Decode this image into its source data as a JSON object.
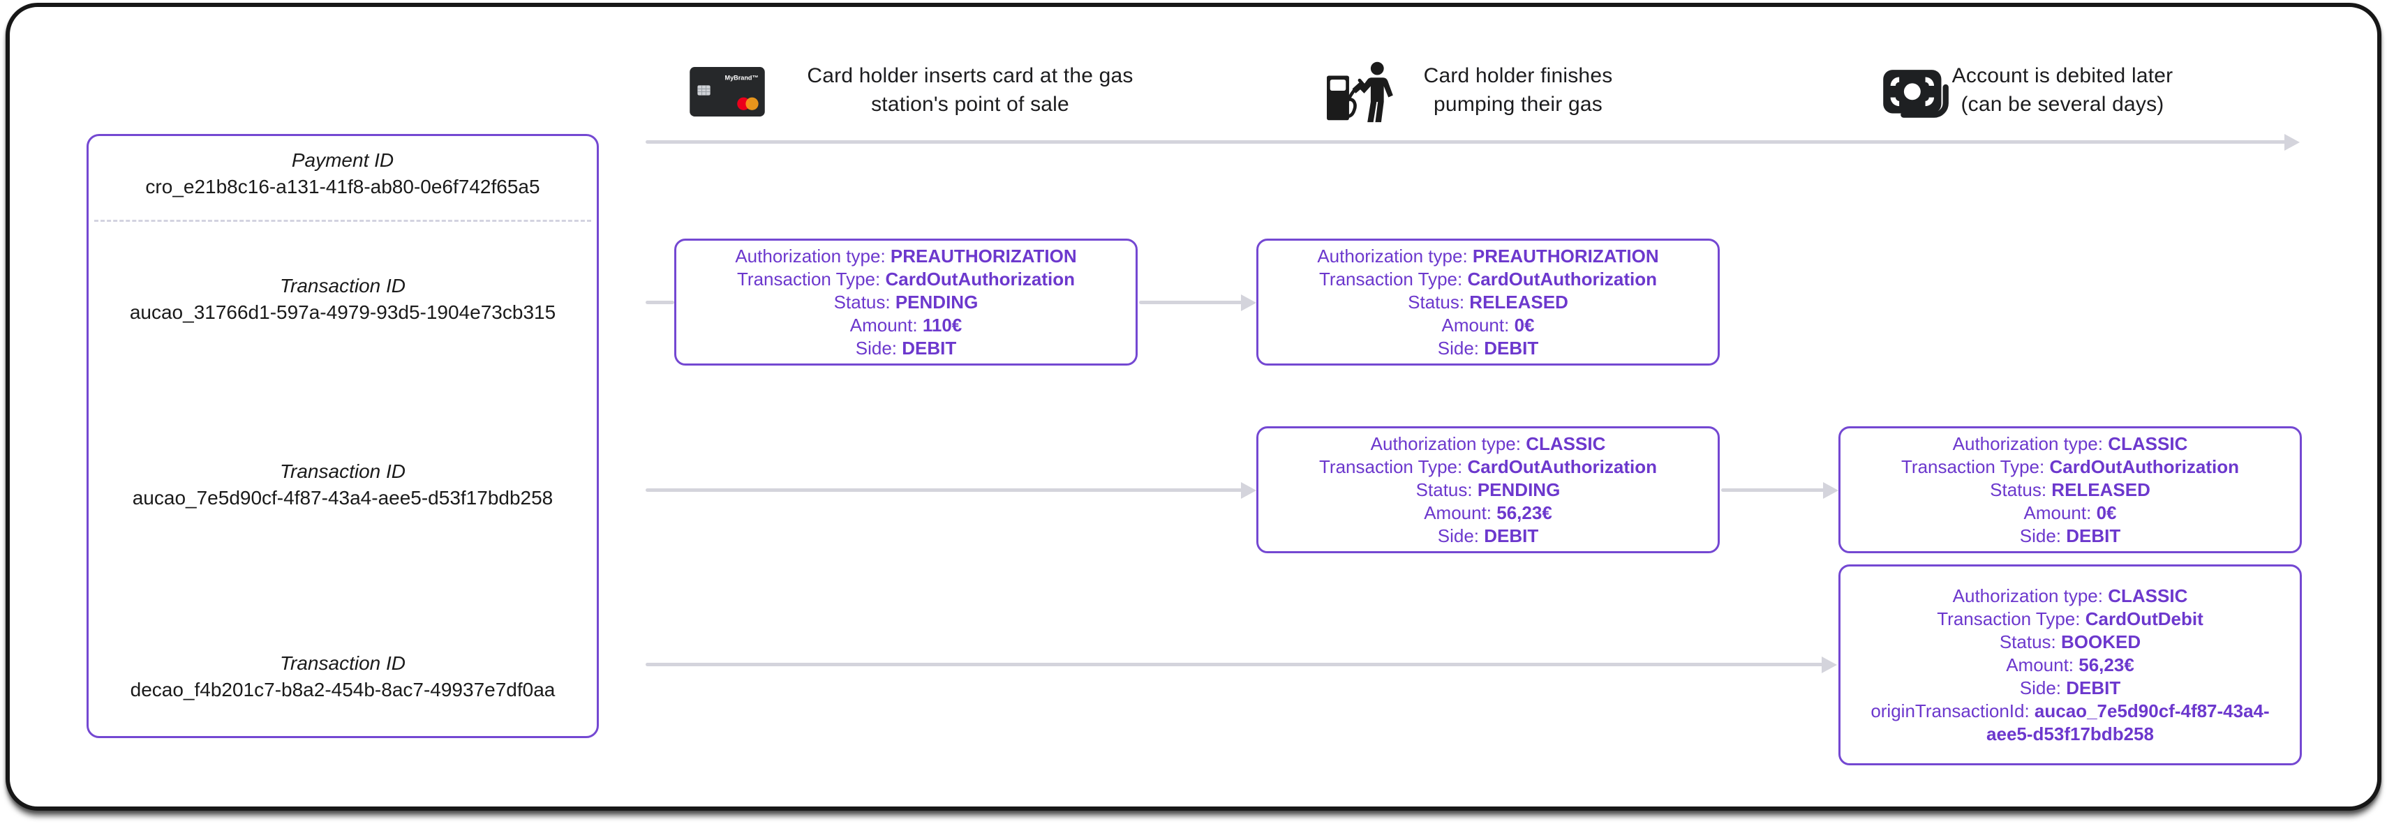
{
  "colors": {
    "purple": "#6c38cd",
    "arrow_gray": "#d4d4dc",
    "ink": "#1a1a1a"
  },
  "header": {
    "card_brand": "MyBrand™",
    "steps": [
      {
        "icon": "credit-card-icon",
        "caption": "Card holder inserts card at the gas station's point of sale"
      },
      {
        "icon": "gas-pump-icon",
        "caption": "Card holder finishes pumping their gas"
      },
      {
        "icon": "banknote-icon",
        "caption": "Account is debited later (can be several days)"
      }
    ]
  },
  "payment_panel": {
    "payment_label": "Payment ID",
    "payment_id": "cro_e21b8c16-a131-41f8-ab80-0e6f742f65a5",
    "transactions": [
      {
        "label": "Transaction ID",
        "id": "aucao_31766d1-597a-4979-93d5-1904e73cb315"
      },
      {
        "label": "Transaction ID",
        "id": "aucao_7e5d90cf-4f87-43a4-aee5-d53f17bdb258"
      },
      {
        "label": "Transaction ID",
        "id": "decao_f4b201c7-b8a2-454b-8ac7-49937e7df0aa"
      }
    ]
  },
  "boxes": [
    {
      "name": "preauthorization-pending",
      "rows": [
        {
          "label": "Authorization type:",
          "value": "PREAUTHORIZATION"
        },
        {
          "label": "Transaction Type:",
          "value": "CardOutAuthorization"
        },
        {
          "label": "Status:",
          "value": "PENDING"
        },
        {
          "label": "Amount:",
          "value": "110€"
        },
        {
          "label": "Side:",
          "value": "DEBIT"
        }
      ]
    },
    {
      "name": "preauthorization-released",
      "rows": [
        {
          "label": "Authorization type:",
          "value": "PREAUTHORIZATION"
        },
        {
          "label": "Transaction Type:",
          "value": "CardOutAuthorization"
        },
        {
          "label": "Status:",
          "value": "RELEASED"
        },
        {
          "label": "Amount:",
          "value": "0€"
        },
        {
          "label": "Side:",
          "value": "DEBIT"
        }
      ]
    },
    {
      "name": "classic-pending",
      "rows": [
        {
          "label": "Authorization type:",
          "value": "CLASSIC"
        },
        {
          "label": "Transaction Type:",
          "value": "CardOutAuthorization"
        },
        {
          "label": "Status:",
          "value": "PENDING"
        },
        {
          "label": "Amount:",
          "value": "56,23€"
        },
        {
          "label": "Side:",
          "value": "DEBIT"
        }
      ]
    },
    {
      "name": "classic-released",
      "rows": [
        {
          "label": "Authorization type:",
          "value": "CLASSIC"
        },
        {
          "label": "Transaction Type:",
          "value": "CardOutAuthorization"
        },
        {
          "label": "Status:",
          "value": "RELEASED"
        },
        {
          "label": "Amount:",
          "value": "0€"
        },
        {
          "label": "Side:",
          "value": "DEBIT"
        }
      ]
    },
    {
      "name": "card-out-debit-booked",
      "rows": [
        {
          "label": "Authorization type:",
          "value": "CLASSIC"
        },
        {
          "label": "Transaction Type:",
          "value": "CardOutDebit"
        },
        {
          "label": "Status:",
          "value": "BOOKED"
        },
        {
          "label": "Amount:",
          "value": "56,23€"
        },
        {
          "label": "Side:",
          "value": "DEBIT"
        },
        {
          "label": "originTransactionId:",
          "value": "aucao_7e5d90cf-4f87-43a4-aee5-d53f17bdb258"
        }
      ]
    }
  ]
}
